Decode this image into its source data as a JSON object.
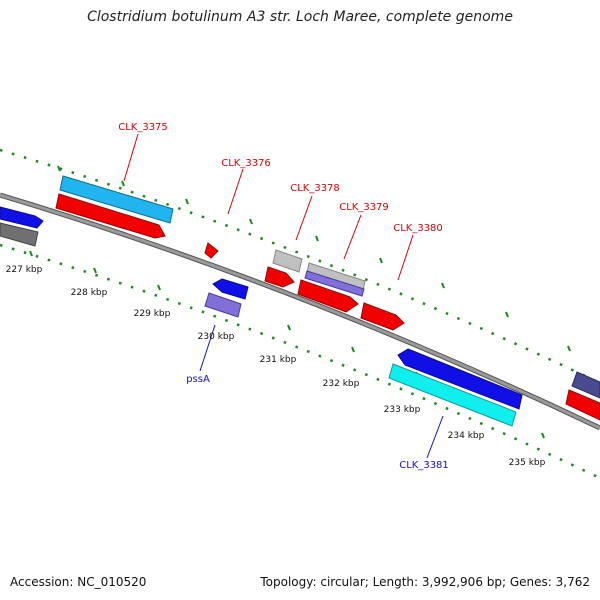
{
  "title": "Clostridium botulinum A3 str. Loch Maree, complete genome",
  "footer": {
    "accession": "Accession: NC_010520",
    "stats": "Topology: circular; Length: 3,992,906 bp; Genes: 3,762"
  },
  "colors": {
    "backbone": "#888888",
    "tick_green": "#1a8a1a",
    "label_red": "#e00000",
    "label_blue": "#1010d0",
    "red": "#f00000",
    "blue": "#1010e6",
    "skyblue": "#22b4ee",
    "cyan": "#11eeee",
    "lavender": "#8070d8",
    "grey": "#888888",
    "lightgrey": "#c0c0c0",
    "darkslate": "#4a4a90"
  },
  "scale_labels": [
    "227 kbp",
    "228 kbp",
    "229 kbp",
    "230 kbp",
    "231 kbp",
    "232 kbp",
    "233 kbp",
    "234 kbp",
    "235 kbp"
  ],
  "gene_labels": {
    "clk3375": "CLK_3375",
    "clk3376": "CLK_3376",
    "clk3378": "CLK_3378",
    "clk3379": "CLK_3379",
    "clk3380": "CLK_3380",
    "pssA": "pssA",
    "clk3381": "CLK_3381"
  }
}
